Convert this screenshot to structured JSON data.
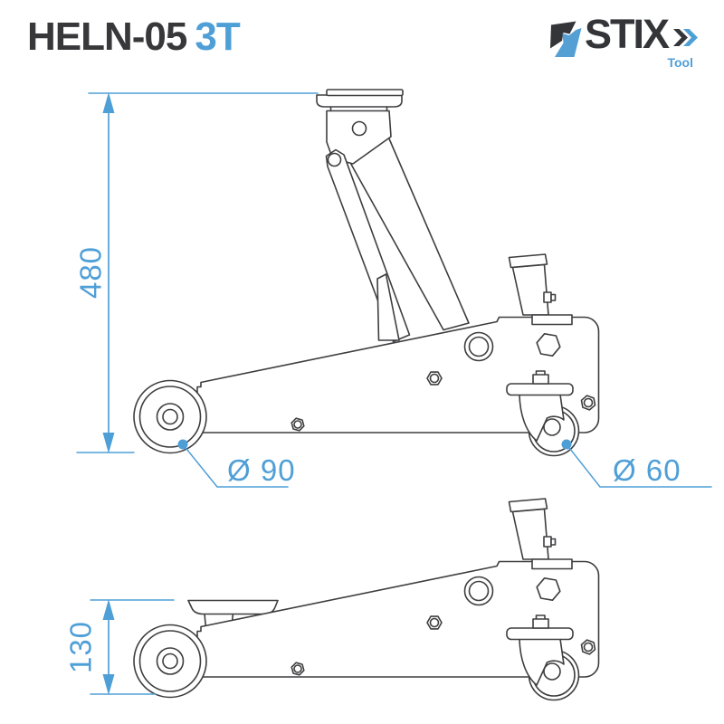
{
  "header": {
    "model": "HELN-05",
    "capacity": "3T"
  },
  "logo": {
    "brand": "STIX",
    "tagline": "Tool"
  },
  "annotations": {
    "raised_height": "480",
    "lowered_height": "130",
    "front_wheel_diameter": "Ø 90",
    "rear_caster_diameter": "Ø 60"
  },
  "colors": {
    "accent": "#4f9fd7",
    "ink": "#38383a",
    "drawing_line": "#3e3e40"
  }
}
